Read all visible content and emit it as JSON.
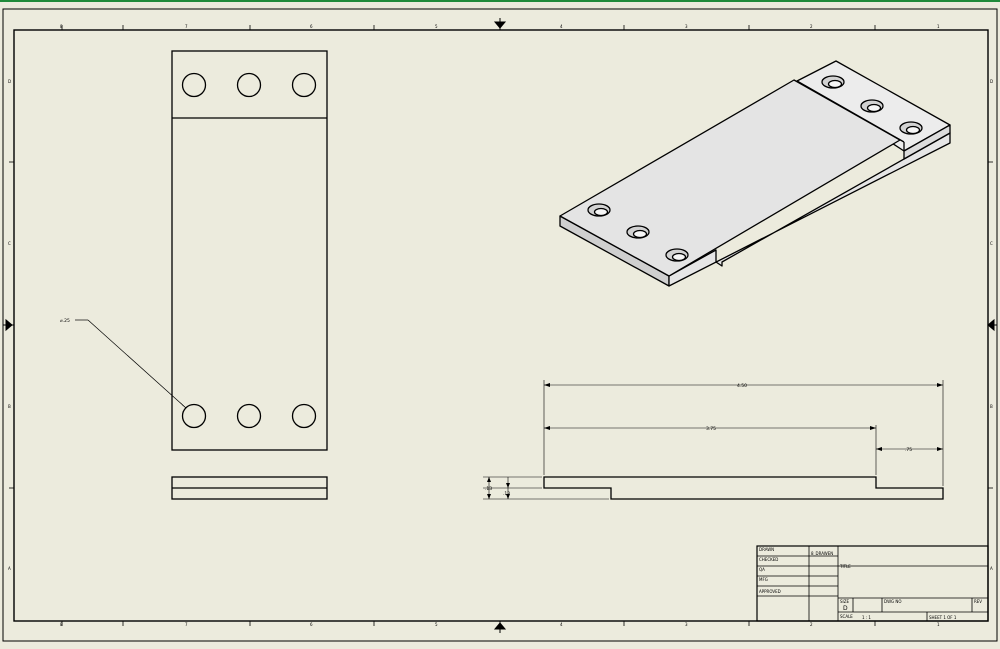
{
  "zones": {
    "top": [
      "8",
      "7",
      "6",
      "5",
      "4",
      "3",
      "2",
      "1"
    ],
    "left": [
      "D",
      "C",
      "B",
      "A"
    ]
  },
  "callout": {
    "hole_note": "⌀.25"
  },
  "dimensions": {
    "overall_length": "4.50",
    "inner_length": "3.75",
    "step_length": ".75",
    "thickness_top": ".13",
    "thickness_bottom": ".13"
  },
  "title_block": {
    "drawn": "DRAWN",
    "drawn_by": "8_DRAWEN",
    "checked": "CHECKED",
    "qa": "QA",
    "mfg": "MFG",
    "approved": "APPROVED",
    "title": "TITLE",
    "size_label": "SIZE",
    "size_value": "D",
    "dwg_no": "DWG NO",
    "rev": "REV",
    "scale_label": "SCALE",
    "scale_value": "1 : 1",
    "sheet": "SHEET 1 OF 1"
  }
}
